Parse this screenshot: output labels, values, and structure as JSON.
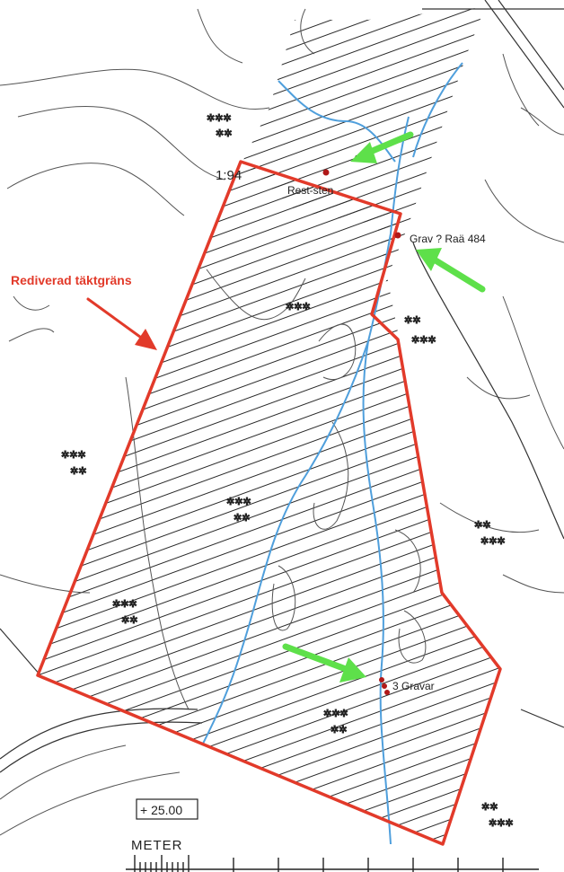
{
  "labels": {
    "title_annotation": "Rediverad täktgräns",
    "parcel_number": "1:94",
    "rest_stone": "Rest-sten",
    "grave_site": "Grav ? Raä 484",
    "three_graves": "3 Gravar",
    "scale_value": "+ 25.00",
    "scale_unit": "METER"
  },
  "colors": {
    "boundary": "#e23a2a",
    "stream": "#4f9fdc",
    "arrow_green": "#5ee04a",
    "arrow_red": "#e23a2a",
    "hatch": "#2a2a2a",
    "contour": "#555555",
    "site_marker": "#b01818"
  }
}
